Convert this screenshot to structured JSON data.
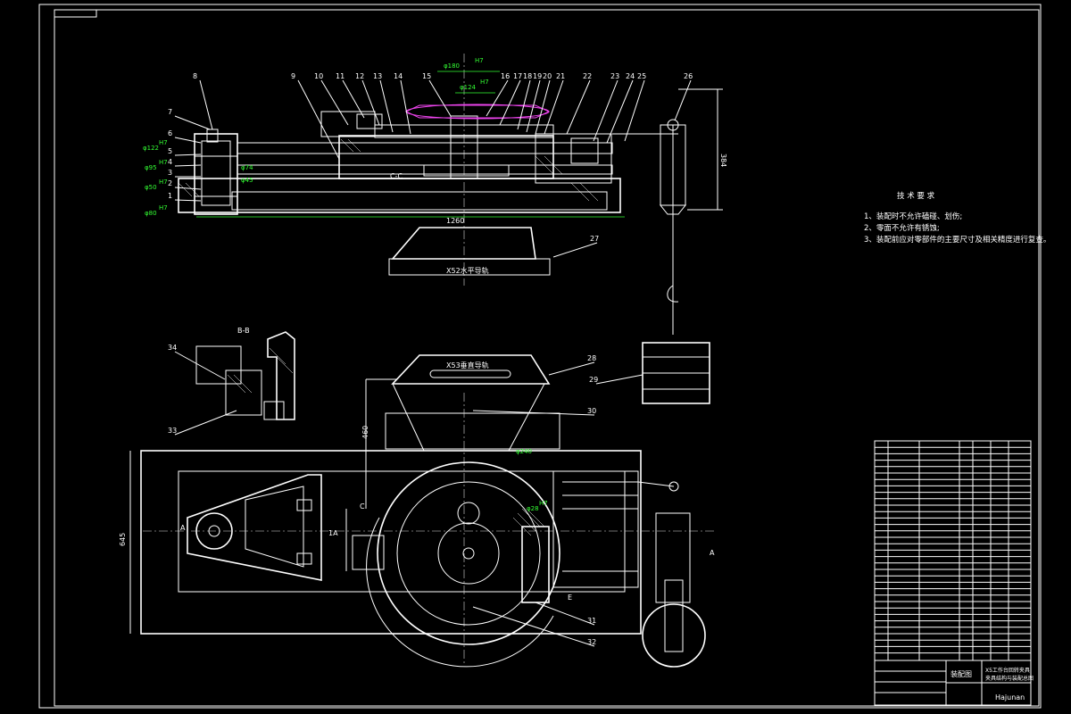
{
  "colors": {
    "background": "#000000",
    "lines": "#ffffff",
    "dimensions": "#33ff33",
    "highlight": "#ee44ee"
  },
  "part_callouts": [
    "1",
    "2",
    "3",
    "4",
    "5",
    "6",
    "7",
    "8",
    "9",
    "10",
    "11",
    "12",
    "13",
    "14",
    "15",
    "16",
    "17",
    "18",
    "19",
    "20",
    "21",
    "22",
    "23",
    "24",
    "25",
    "26",
    "27",
    "28",
    "29",
    "30",
    "31",
    "32",
    "33",
    "34"
  ],
  "dimensions": {
    "d180": "φ180",
    "d180_fit": "H7",
    "d124": "φ124",
    "d124_fit": "H7",
    "d122": "φ122",
    "d122_fit": "H7",
    "d95": "φ95",
    "d95_fit": "H7",
    "d50": "φ50",
    "d50_fit": "H7",
    "d80": "φ80",
    "d80_fit": "H7",
    "d74": "φ74",
    "d45": "φ45",
    "d240": "φ240",
    "d28": "φ28",
    "d28_fit": "H7",
    "len1260": "1260",
    "h384": "384",
    "len460": "460",
    "w645": "645"
  },
  "labels": {
    "x52_guide": "X52水平导轨",
    "x53_guide": "X53垂直导轨",
    "section_bb": "B-B",
    "section_cc": "C-C",
    "arrow_a_left": "A",
    "arrow_a_right": "A",
    "section_1a": "1A",
    "mark_c": "C",
    "mark_e": "E"
  },
  "technical_requirements": {
    "heading": "技 术 要 求",
    "items": [
      "1、装配时不允许磕碰、划伤;",
      "2、零面不允许有锈蚀;",
      "3、装配前应对零部件的主要尺寸及相关精度进行复查。"
    ]
  },
  "title_block": {
    "drawing_type": "装配图",
    "title_line1": "X5工作台回转夹具",
    "title_line2": "夹具结构与装配总图",
    "org": "Hajunan"
  }
}
